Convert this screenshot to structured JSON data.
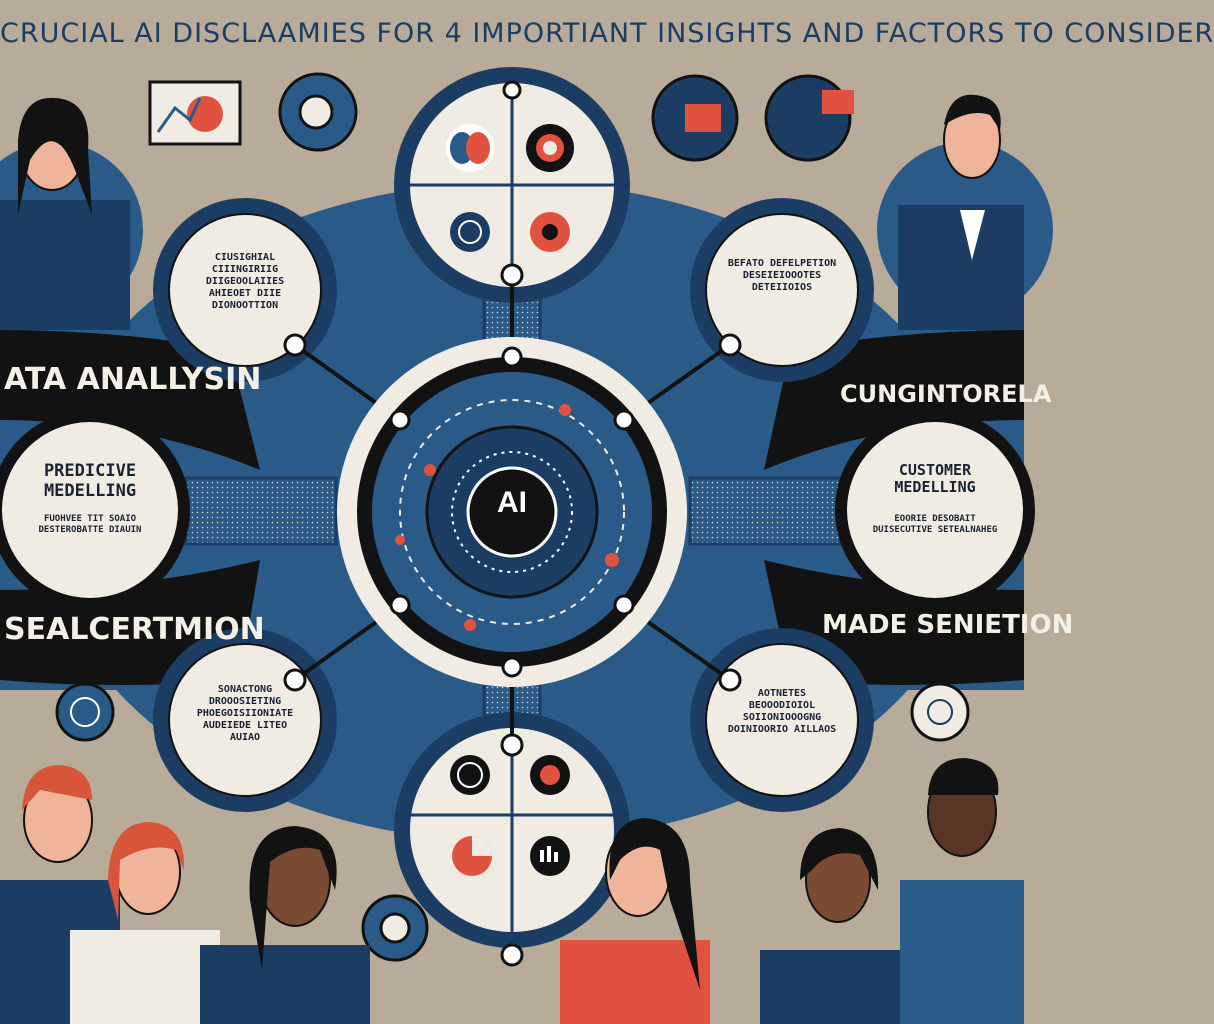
{
  "title": "Crucial AI Disclaamies for 4 Importiant Insights and Factors to Consider",
  "center": {
    "label": "AI"
  },
  "banners": {
    "left_top": "ATA ANALLYSIN",
    "left_bottom": "SEALCERTMION",
    "right_top": "CUNGINTORELA",
    "right_bottom": "MADE SENIETION"
  },
  "panels": {
    "left": {
      "heading": "PREDICIVE MEDELLING",
      "body": "FUOHVEE TIT SOAIO DESTEROBATTE DIAUIN"
    },
    "right": {
      "heading": "CUSTOMER MEDELLING",
      "body": "EOORIE DESOBAIT DUISECUTIVE SETEALNAHEG"
    }
  },
  "bubbles": {
    "top_left": "CIUSIGHIAL CIIINGIRIIG DIIGEOOLAIIES AHIEOET DIIE DIONOOTTION",
    "top_right": "BEFATO DEFELPETION DESEIEIOOOTES DETEIIOIOS",
    "bottom_left": "SONACTONG DROOOSIETING PHOEGOISIIONIATE AUDEIEDE LITEO AUIAO",
    "bottom_right": "AOTNETES BEOOODIOIOL SOIIONIOOOGNG DOINIOORIO AILLAOS"
  },
  "colors": {
    "navy": "#1c3d63",
    "blue": "#2a5a87",
    "cream": "#f1ece3",
    "coral": "#e0523f",
    "tan": "#b9ab9a",
    "black": "#121212"
  },
  "icons": [
    "brain-icon",
    "gear-icon",
    "globe-icon",
    "chart-icon",
    "document-icon",
    "magnifier-icon",
    "pie-chart-icon",
    "puzzle-icon"
  ]
}
